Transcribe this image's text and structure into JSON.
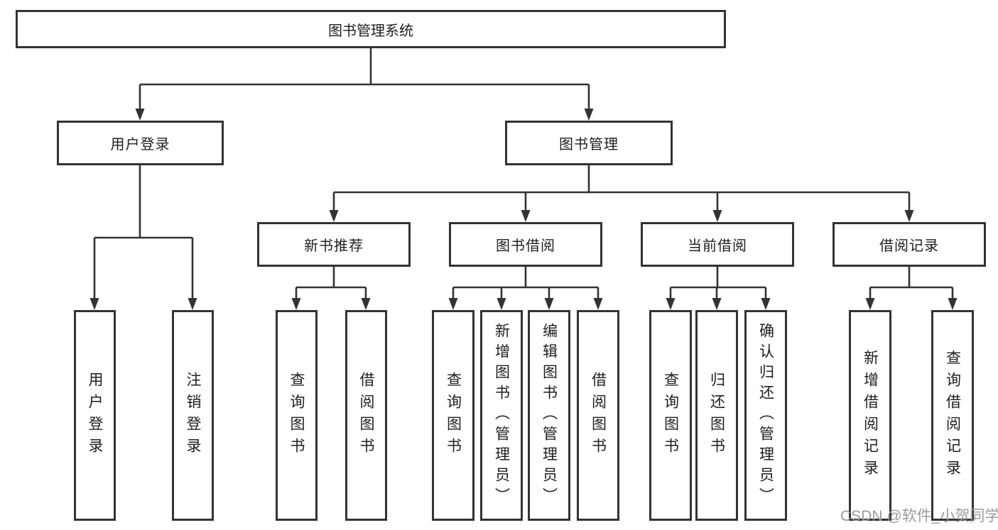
{
  "tree": {
    "label": "图书管理系统",
    "children": [
      {
        "label": "用户登录",
        "children": [
          {
            "label": "用户登录"
          },
          {
            "label": "注销登录"
          }
        ]
      },
      {
        "label": "图书管理",
        "children": [
          {
            "label": "新书推荐",
            "children": [
              {
                "label": "查询图书"
              },
              {
                "label": "借阅图书"
              }
            ]
          },
          {
            "label": "图书借阅",
            "children": [
              {
                "label": "查询图书"
              },
              {
                "label": "新增图书（管理员）"
              },
              {
                "label": "编辑图书（管理员）"
              },
              {
                "label": "借阅图书"
              }
            ]
          },
          {
            "label": "当前借阅",
            "children": [
              {
                "label": "查询图书"
              },
              {
                "label": "归还图书"
              },
              {
                "label": "确认归还（管理员）"
              }
            ]
          },
          {
            "label": "借阅记录",
            "children": [
              {
                "label": "新增借阅记录"
              },
              {
                "label": "查询借阅记录"
              }
            ]
          }
        ]
      }
    ]
  },
  "watermark": {
    "text": "CSDN @软件_小贺同学"
  },
  "colors": {
    "line": "#333333",
    "box_border": "#333333",
    "box_fill": "#ffffff",
    "text": "#1e1e1e",
    "watermark": "#9b9b9b"
  }
}
